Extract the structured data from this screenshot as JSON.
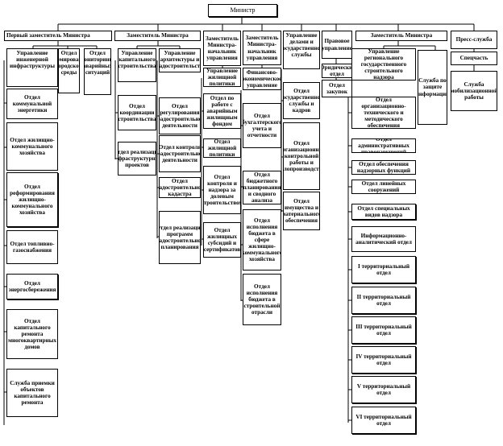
{
  "minister": "Министр",
  "columns": [
    {
      "head": "Первый заместитель Министра",
      "units": [
        "Управление инженерной инфраструктуры",
        "Отдел формирования городской среды",
        "Отдел мониторинга аварийных ситуаций",
        "Отдел коммунальной энергетики",
        "Отдел жилищно-коммунального хозяйства",
        "Отдел реформирования жилищно-коммунального хозяйства",
        "Отдел топливно-газоснабжения",
        "Отдел энергосбережения",
        "Отдел капитального ремонта многоквартирных домов",
        "Служба приемки объектов капитального ремонта"
      ]
    },
    {
      "head": "Заместитель Министра",
      "units": [
        "Управление капитального строительства",
        "Управление архитектуры и градостроительства",
        "Отдел координации строительства",
        "Отдел реализации инфраструктурных проектов",
        "Отдел регулирования градостроительной деятельности",
        "Отдел контроля градостроительной деятельности",
        "Отдел градостроительного кадастра",
        "Отдел реализации программ градостроительного планирования"
      ]
    },
    {
      "head": "Заместитель Министра-начальник управления",
      "units": [
        "Управление жилищной политики",
        "Отдел по работе с аварийным жилищным фондом",
        "Отдел жилищной политики",
        "Отдел контроля и надзора за долевым строительством",
        "Отдел жилищных субсидий и сертификатов"
      ]
    },
    {
      "head": "Заместитель Министра-начальник управления",
      "units": [
        "Финансово-экономическое управление",
        "Отдел бухгалтерского учета и отчетности",
        "Отдел бюджетного планирования и сводного анализа",
        "Отдел исполнения бюджета в сфере жилищно-коммунального хозяйства",
        "Отдел исполнения бюджета в строительной отрасли"
      ]
    },
    {
      "head": "Управление делами и государственной службы",
      "units": [
        "Отдел государственной службы и кадров",
        "Отдел организационно-контрольной работы и делопроизводства",
        "Отдел имущества и материального обеспечения"
      ]
    },
    {
      "head": "Правовое управление",
      "units": [
        "Юридический отдел",
        "Отдел закупок"
      ]
    },
    {
      "head": "Заместитель Министра",
      "units": [
        "Управление регионального государственного строительного надзора",
        "Служба по защите информации",
        "Отдел организационно-технического и методического обеспечения",
        "Отдел административных правонарушений",
        "Отдел обеспечения надзорных функций",
        "Отдел линейных сооружений",
        "Отдел специальных видов надзора",
        "Информационно-аналитический отдел",
        "I территориальный отдел",
        "II территориальный отдел",
        "III территориальный отдел",
        "IV территориальный отдел",
        "V территориальный отдел",
        "VI территориальный отдел"
      ]
    },
    {
      "head": "Пресс-служба",
      "units": [
        "Спецчасть",
        "Служба мобилизационной работы"
      ]
    }
  ]
}
